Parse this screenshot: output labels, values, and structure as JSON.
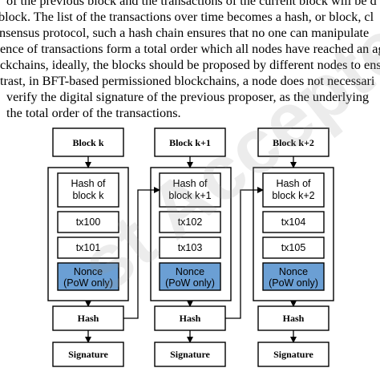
{
  "text_lines": [
    "of the previous block and the transactions of the current block will be d",
    "block. The list of the transactions over time becomes a hash, or block, cl",
    "nsensus protocol, such a hash chain ensures that no one can manipulate",
    "ence of transactions form a total order which all nodes have reached an ag",
    "ckchains, ideally, the blocks should be proposed by different nodes to ensu",
    "trast, in BFT-based permissioned blockchains, a node does not necessari",
    "verify the digital signature of the previous proposer, as the underlying",
    "the total order of the transactions."
  ],
  "blocks": [
    {
      "title": "Block k",
      "hash_of_1": "Hash of",
      "hash_of_2": "block k",
      "tx1": "tx100",
      "tx2": "tx101",
      "nonce1": "Nonce",
      "nonce2": "(PoW only)",
      "hash": "Hash",
      "signature": "Signature"
    },
    {
      "title": "Block k+1",
      "hash_of_1": "Hash of",
      "hash_of_2": "block k+1",
      "tx1": "tx102",
      "tx2": "tx103",
      "nonce1": "Nonce",
      "nonce2": "(PoW only)",
      "hash": "Hash",
      "signature": "Signature"
    },
    {
      "title": "Block k+2",
      "hash_of_1": "Hash of",
      "hash_of_2": "block k+2",
      "tx1": "tx104",
      "tx2": "tx105",
      "nonce1": "Nonce",
      "nonce2": "(PoW only)",
      "hash": "Hash",
      "signature": "Signature"
    }
  ],
  "watermark": "st Accepte",
  "colors": {
    "nonce_fill": "#6b9fd4"
  }
}
